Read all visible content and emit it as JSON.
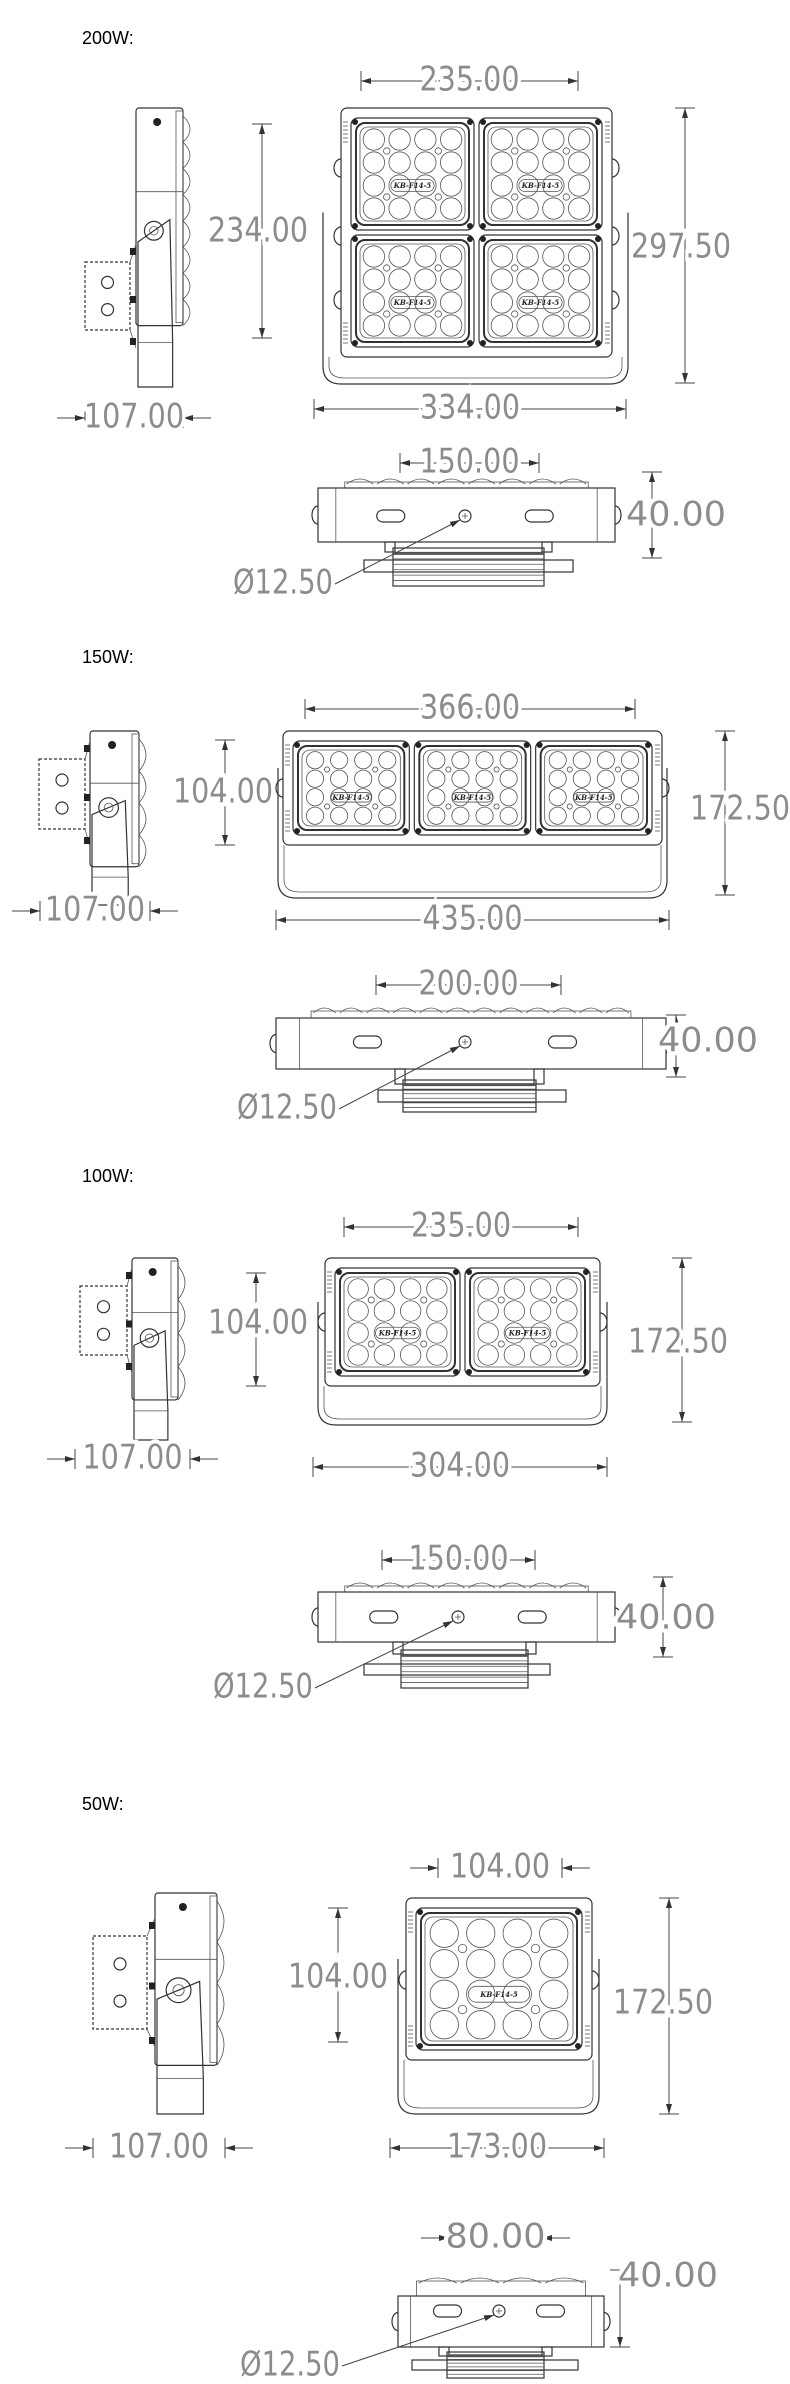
{
  "module_label": "KB-F14-5",
  "colors": {
    "line": "#333333",
    "dimension_text": "#8c8c8c",
    "background": "#ffffff"
  },
  "sections": [
    {
      "title": "200W:",
      "front_top_width": "235.00",
      "overall_width": "334.00",
      "module_height": "234.00",
      "overall_height": "297.50",
      "side_depth": "107.00",
      "mount_spacing": "150.00",
      "body_thickness": "40.00",
      "hole_diameter": "Ø12.50",
      "module_count": 4
    },
    {
      "title": "150W:",
      "front_top_width": "366.00",
      "overall_width": "435.00",
      "module_height": "104.00",
      "overall_height": "172.50",
      "side_depth": "107.00",
      "mount_spacing": "200.00",
      "body_thickness": "40.00",
      "hole_diameter": "Ø12.50",
      "module_count": 3
    },
    {
      "title": "100W:",
      "front_top_width": "235.00",
      "overall_width": "304.00",
      "module_height": "104.00",
      "overall_height": "172.50",
      "side_depth": "107.00",
      "mount_spacing": "150.00",
      "body_thickness": "40.00",
      "hole_diameter": "Ø12.50",
      "module_count": 2
    },
    {
      "title": "50W:",
      "front_top_width": "104.00",
      "overall_width": "173.00",
      "module_height": "104.00",
      "overall_height": "172.50",
      "side_depth": "107.00",
      "mount_spacing": "80.00",
      "body_thickness": "40.00",
      "hole_diameter": "Ø12.50",
      "module_count": 1
    }
  ]
}
